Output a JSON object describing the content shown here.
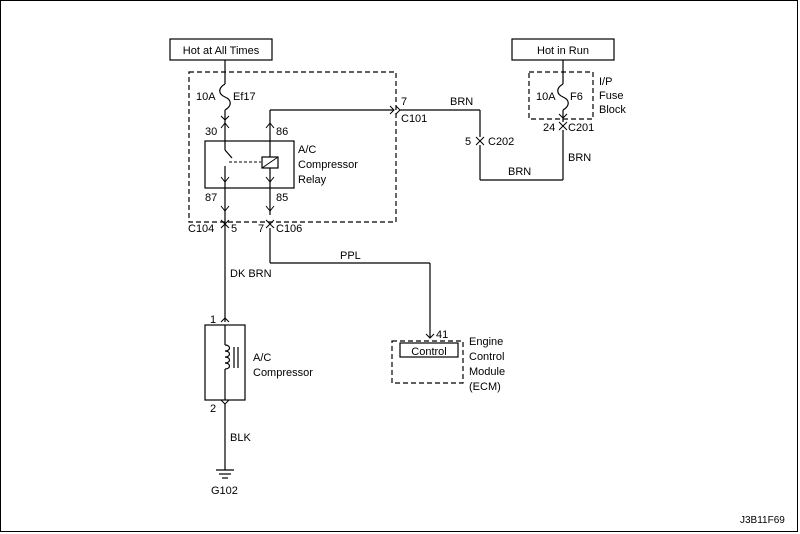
{
  "power_sources": {
    "hot_always": "Hot at All Times",
    "hot_run": "Hot in Run"
  },
  "fuses": {
    "ef17": {
      "rating": "10A",
      "id": "Ef17"
    },
    "f6": {
      "rating": "10A",
      "id": "F6"
    },
    "fuse_block": [
      "I/P",
      "Fuse",
      "Block"
    ]
  },
  "relay": {
    "name": [
      "A/C",
      "Compressor",
      "Relay"
    ],
    "pins": {
      "p30": "30",
      "p86": "86",
      "p87": "87",
      "p85": "85"
    }
  },
  "connectors": {
    "c101": {
      "pin": "7",
      "id": "C101"
    },
    "c202": {
      "pin": "5",
      "id": "C202"
    },
    "c201": {
      "pin": "24",
      "id": "C201"
    },
    "c104": {
      "id": "C104",
      "pin": "5"
    },
    "c106": {
      "pin": "7",
      "id": "C106"
    }
  },
  "wires": {
    "brn_top": "BRN",
    "brn_right": "BRN",
    "brn_bottom": "BRN",
    "ppl": "PPL",
    "dk_brn": "DK BRN",
    "blk": "BLK"
  },
  "compressor": {
    "pin1": "1",
    "pin2": "2",
    "name": [
      "A/C",
      "Compressor"
    ]
  },
  "ecm": {
    "pin": "41",
    "control": "Control",
    "name": [
      "Engine",
      "Control",
      "Module",
      "(ECM)"
    ]
  },
  "ground": "G102",
  "figure_code": "J3B11F69"
}
